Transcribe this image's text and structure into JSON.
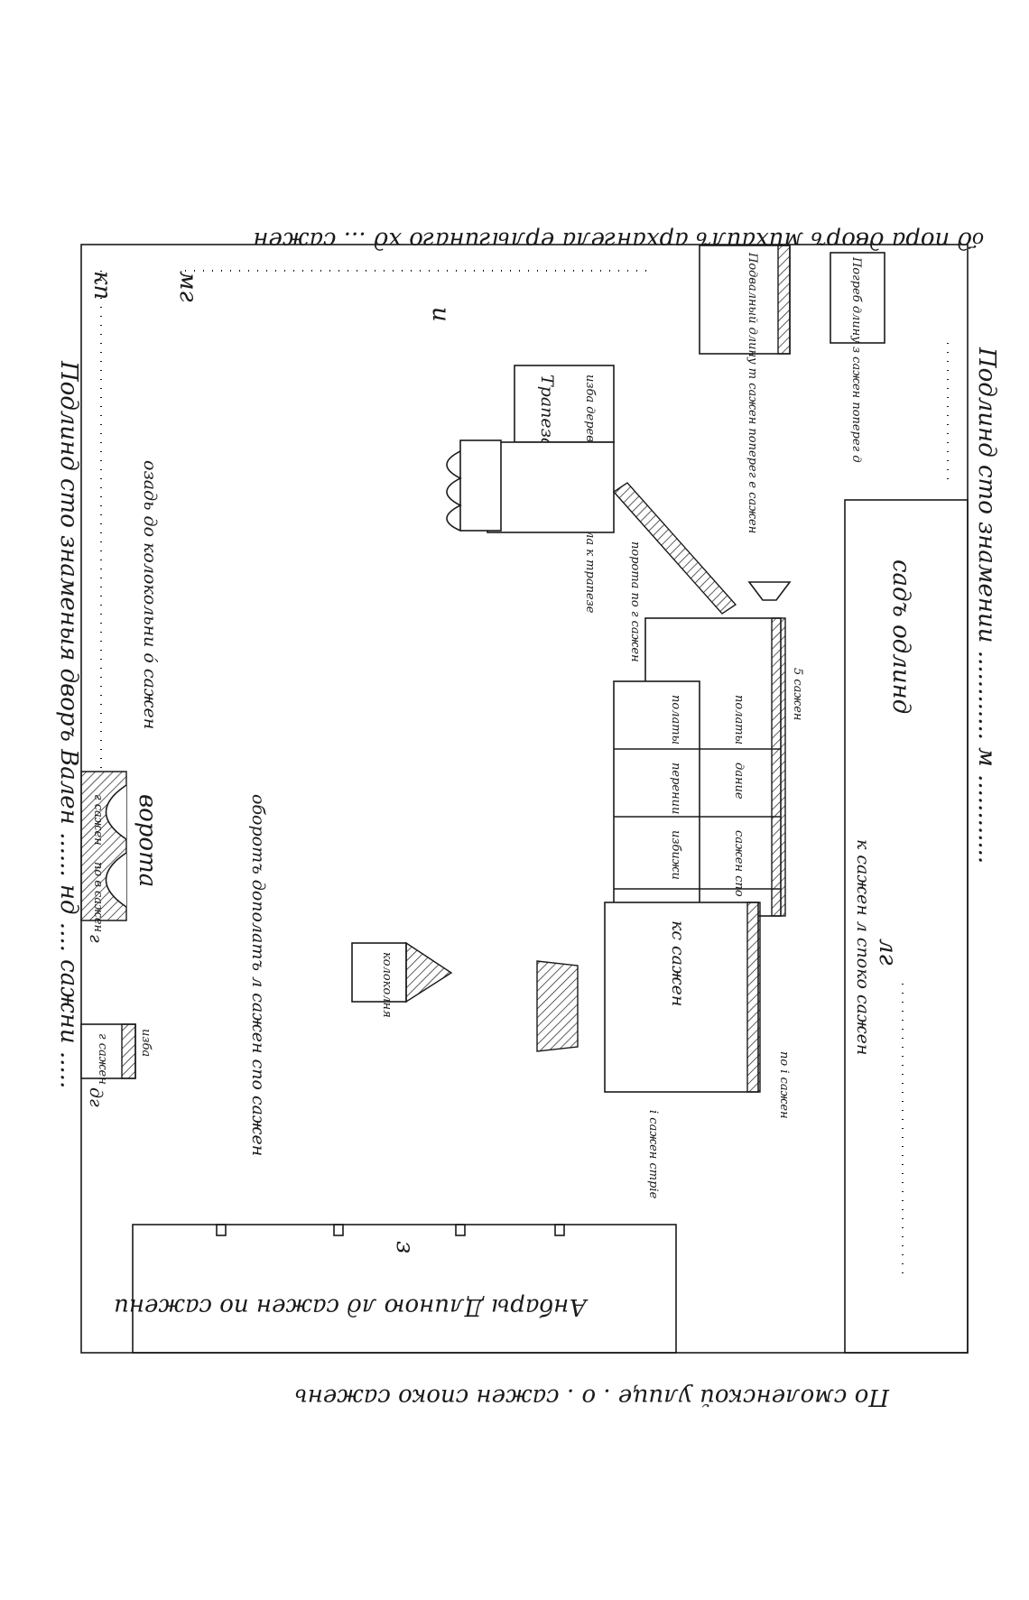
{
  "plan": {
    "top_edge": "о҃д пора дворъ михаилъ архангела ерлыгинаго хд ... сажен",
    "bottom_edge": "По смоленской улице . о . сажен споко сажень",
    "left_edge": "Подлинд сто знаменыя дворъ Вален ...... нд .... сажни .....",
    "right_edge": "Подлинд сто знамении ............ м ............",
    "corner_kp": "кп",
    "mg": "мг",
    "letter_i": "и",
    "refectory": "Трапеза",
    "refectory_note": "изба деревяно пристроила к трапезе",
    "cellar_note": "Погреб длину з сажен поперег д",
    "cellar2_note": "Подвалный длину т сажен поперег е сажен",
    "church_note": "озадь до колокольни о́ сажен",
    "porch": "порота по г сажен",
    "garden": "садъ одлинд",
    "garden_dim": "к сажен л споко сажен",
    "garden_lg": "лг",
    "chambers": [
      "полаты",
      "перении",
      "избижи",
      "полаты",
      "дание",
      "сажен спо",
      "кс сажен"
    ],
    "chamber_5": "5 сажен",
    "turn": "оборотъ дополатъ л сажен спо сажен",
    "belltower": "колоколня",
    "gate": "ворота",
    "gate_dims": [
      "г сажен",
      "по в сажен"
    ],
    "gate_g": "г",
    "hut": "изба",
    "hut_dims": [
      "г сажен",
      "дг"
    ],
    "side_note": "по і сажен",
    "stairs_note": "і сажен стріе",
    "barns": "Анбары Длиною лд сажен по сажени",
    "barn_letter": "з",
    "sa": "сажен"
  }
}
